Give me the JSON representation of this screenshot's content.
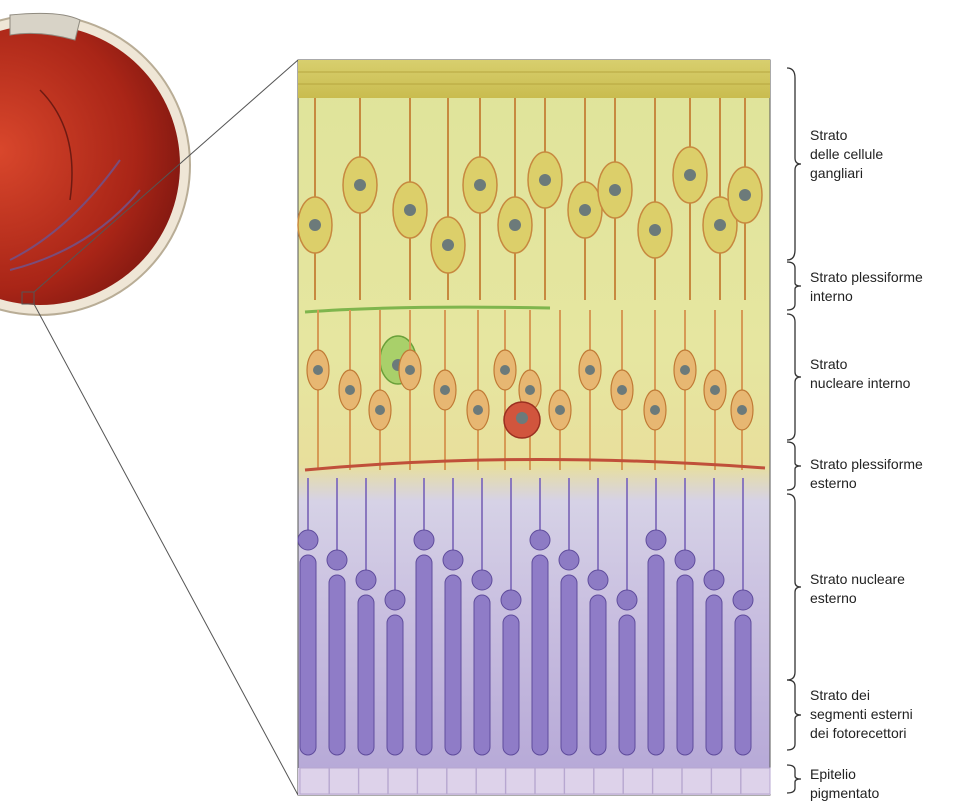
{
  "layers": [
    {
      "id": "ganglion",
      "label": "Strato\ndelle cellule\ngangliari"
    },
    {
      "id": "inner-plexiform",
      "label": "Strato plessiforme\ninterno"
    },
    {
      "id": "inner-nuclear",
      "label": "Strato\nnucleare interno"
    },
    {
      "id": "outer-plexiform",
      "label": "Strato plessiforme\nesterno"
    },
    {
      "id": "outer-nuclear",
      "label": "Strato nucleare\nesterno"
    },
    {
      "id": "photoreceptor-segments",
      "label": "Strato dei\nsegmenti esterni\ndei fotorecettori"
    },
    {
      "id": "pigment-epithelium",
      "label": "Epitelio\npigmentato"
    }
  ],
  "colors": {
    "eyeball": "#b8321f",
    "ganglion": "#e8e59a",
    "nuclear": "#e9d27a",
    "photoreceptor": "#9b8ac4",
    "nerve": "#c7893f"
  }
}
